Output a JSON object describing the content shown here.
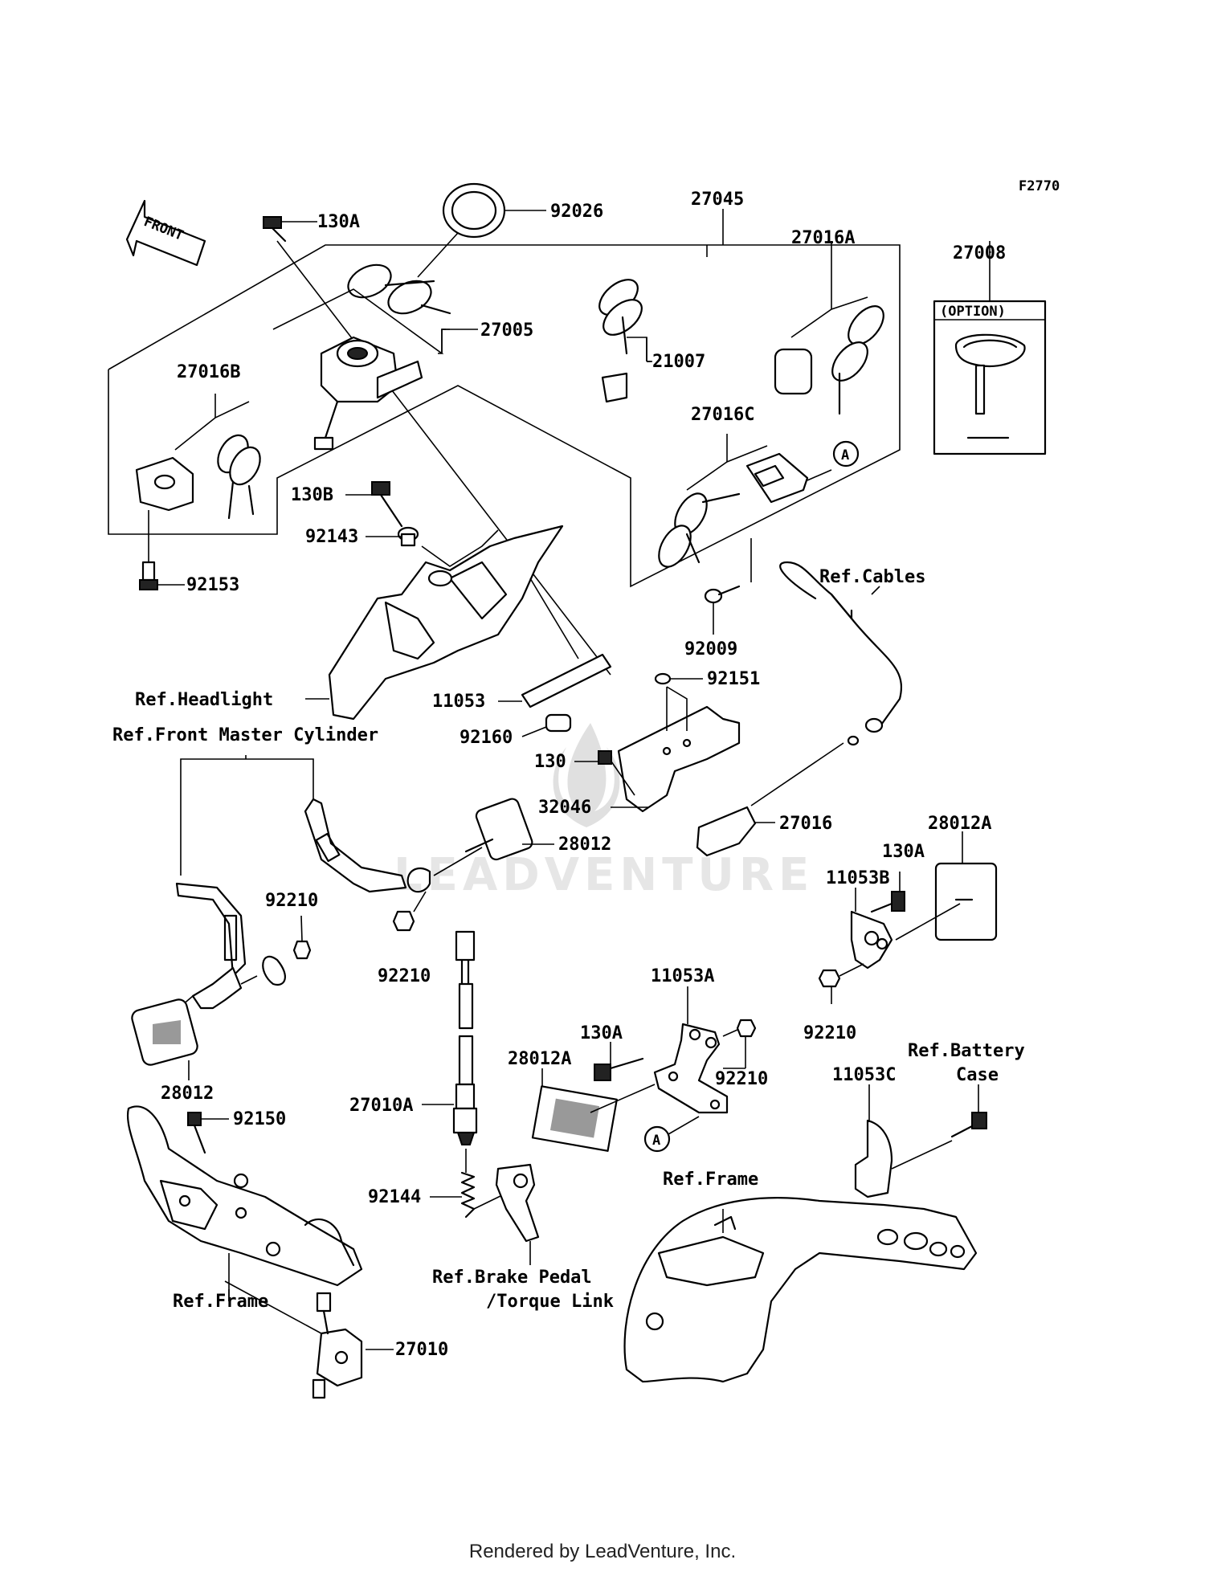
{
  "diagram": {
    "figure_code": "F2770",
    "direction_label": "FRONT",
    "option_label": "(OPTION)",
    "watermark": "LEADVENTURE",
    "callout_letter": "A",
    "part_labels": [
      {
        "id": "l1",
        "text": "92026"
      },
      {
        "id": "l2",
        "text": "27045"
      },
      {
        "id": "l3",
        "text": "130A"
      },
      {
        "id": "l4",
        "text": "27005"
      },
      {
        "id": "l5",
        "text": "27016A"
      },
      {
        "id": "l6",
        "text": "27008"
      },
      {
        "id": "l7",
        "text": "21007"
      },
      {
        "id": "l8",
        "text": "27016B"
      },
      {
        "id": "l9",
        "text": "27016C"
      },
      {
        "id": "l10",
        "text": "130B"
      },
      {
        "id": "l11",
        "text": "92143"
      },
      {
        "id": "l12",
        "text": "92153"
      },
      {
        "id": "l13",
        "text": "Ref.Cables"
      },
      {
        "id": "l14",
        "text": "92009"
      },
      {
        "id": "l15",
        "text": "92151"
      },
      {
        "id": "l16",
        "text": "Ref.Headlight"
      },
      {
        "id": "l17",
        "text": "11053"
      },
      {
        "id": "l18",
        "text": "Ref.Front Master Cylinder"
      },
      {
        "id": "l19",
        "text": "92160"
      },
      {
        "id": "l20",
        "text": "130"
      },
      {
        "id": "l21",
        "text": "32046"
      },
      {
        "id": "l22",
        "text": "27016"
      },
      {
        "id": "l23",
        "text": "28012"
      },
      {
        "id": "l24",
        "text": "28012A"
      },
      {
        "id": "l25",
        "text": "130A"
      },
      {
        "id": "l26",
        "text": "11053B"
      },
      {
        "id": "l27",
        "text": "92210"
      },
      {
        "id": "l28",
        "text": "92210"
      },
      {
        "id": "l29",
        "text": "11053A"
      },
      {
        "id": "l30",
        "text": "92210"
      },
      {
        "id": "l31",
        "text": "130A"
      },
      {
        "id": "l32",
        "text": "28012A"
      },
      {
        "id": "l33",
        "text": "Ref.Battery"
      },
      {
        "id": "l34",
        "text": "Case"
      },
      {
        "id": "l35",
        "text": "92210"
      },
      {
        "id": "l36",
        "text": "11053C"
      },
      {
        "id": "l37",
        "text": "28012"
      },
      {
        "id": "l38",
        "text": "92150"
      },
      {
        "id": "l39",
        "text": "27010A"
      },
      {
        "id": "l40",
        "text": "Ref.Frame"
      },
      {
        "id": "l41",
        "text": "92144"
      },
      {
        "id": "l42",
        "text": "Ref.Brake Pedal"
      },
      {
        "id": "l43",
        "text": "/Torque Link"
      },
      {
        "id": "l44",
        "text": "Ref.Frame"
      },
      {
        "id": "l45",
        "text": "27010"
      }
    ]
  },
  "footer": {
    "text": "Rendered by LeadVenture, Inc."
  }
}
